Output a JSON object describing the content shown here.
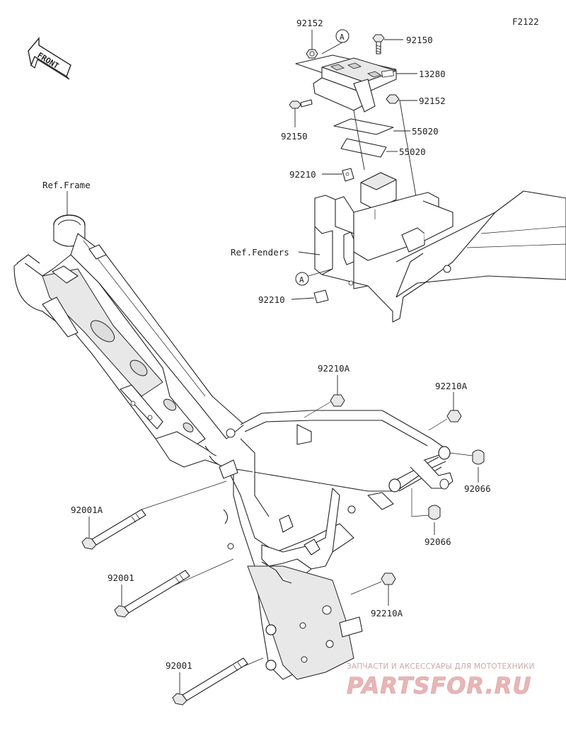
{
  "diagram_code": "F2122",
  "front_label": "FRONT",
  "callout_a": "A",
  "labels": {
    "p92152_top": "92152",
    "p92150_top": "92150",
    "p13280": "13280",
    "p92152_right": "92152",
    "p92150_left": "92150",
    "p55020_a": "55020",
    "p55020_b": "55020",
    "p92210_top": "92210",
    "ref_frame": "Ref.Frame",
    "ref_fenders": "Ref.Fenders",
    "p92210_bottom": "92210",
    "p92210A_mid": "92210A",
    "p92210A_right": "92210A",
    "p92066_right": "92066",
    "p92066_low": "92066",
    "p92001A": "92001A",
    "p92001_mid": "92001",
    "p92210A_low": "92210A",
    "p92001_low": "92001"
  },
  "watermark": {
    "caption": "ЗАПЧАСТИ И АКСЕССУАРЫ ДЛЯ МОТОТЕХНИКИ",
    "logo_text": "PARTSFOR.RU",
    "color": "#e3b3b3"
  }
}
